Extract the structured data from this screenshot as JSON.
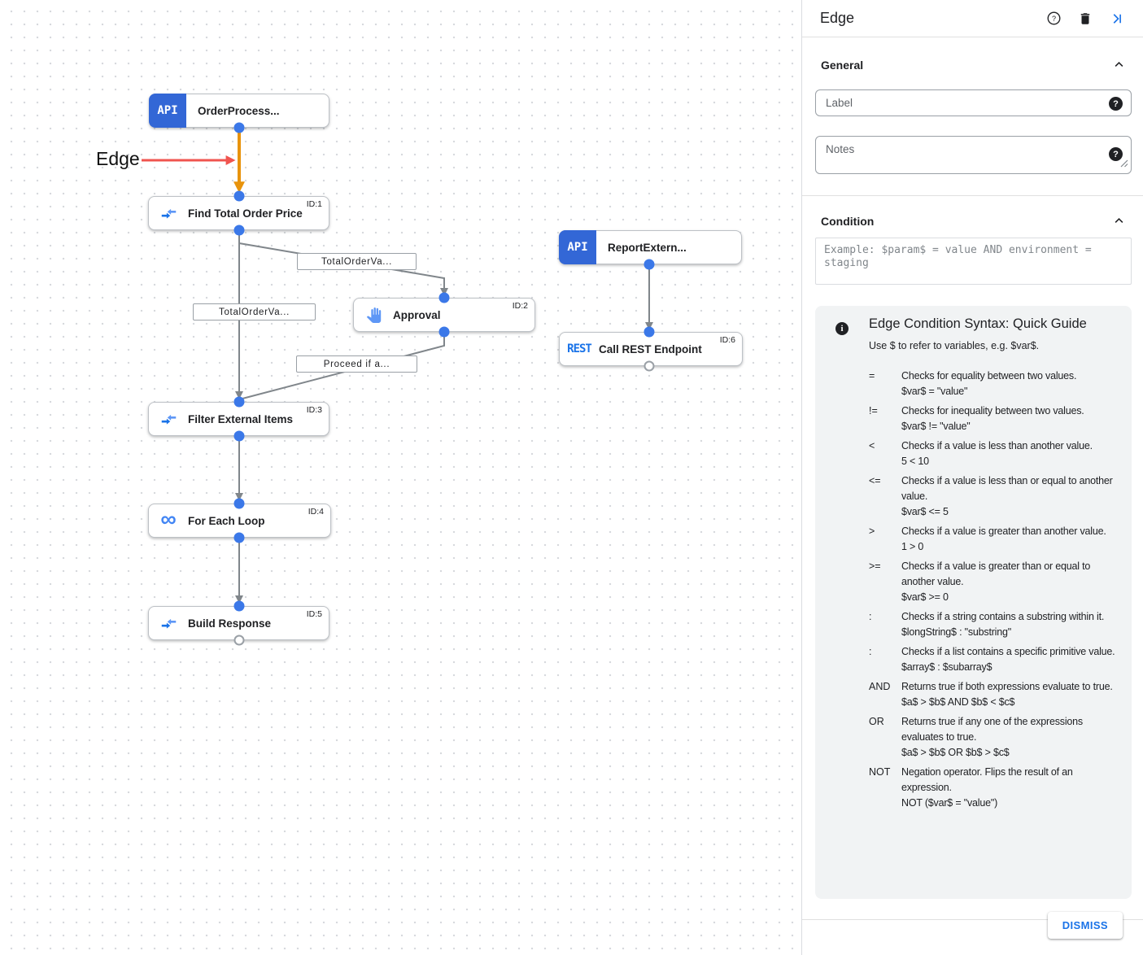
{
  "canvas": {
    "annotation": {
      "label": "Edge"
    },
    "nodes": [
      {
        "label": "OrderProcess...",
        "badge": "API"
      },
      {
        "label": "Find Total Order Price",
        "id_tag": "ID:1"
      },
      {
        "label": "Approval",
        "id_tag": "ID:2"
      },
      {
        "label": "ReportExtern...",
        "badge": "API"
      },
      {
        "label": "Call REST Endpoint",
        "id_tag": "ID:6",
        "badge": "REST"
      },
      {
        "label": "Filter External Items",
        "id_tag": "ID:3"
      },
      {
        "label": "For Each Loop",
        "id_tag": "ID:4"
      },
      {
        "label": "Build Response",
        "id_tag": "ID:5"
      }
    ],
    "edge_labels": [
      "TotalOrderVa...",
      "TotalOrderVa...",
      "Proceed if a..."
    ],
    "icons": {
      "infinity": "∞"
    }
  },
  "panel": {
    "title": "Edge",
    "sections": {
      "general": "General",
      "condition": "Condition"
    },
    "fields": {
      "label_placeholder": "Label",
      "notes_placeholder": "Notes",
      "condition_placeholder": "Example: $param$ = value AND environment = staging"
    },
    "guide": {
      "title": "Edge Condition Syntax: Quick Guide",
      "subtitle": "Use $ to refer to variables, e.g. $var$.",
      "rows": [
        {
          "op": "=",
          "desc": "Checks for equality between two values.",
          "example": "$var$ = \"value\""
        },
        {
          "op": "!=",
          "desc": "Checks for inequality between two values.",
          "example": "$var$ != \"value\""
        },
        {
          "op": "<",
          "desc": "Checks if a value is less than another value.",
          "example": "5 < 10"
        },
        {
          "op": "<=",
          "desc": "Checks if a value is less than or equal to another value.",
          "example": "$var$ <= 5"
        },
        {
          "op": ">",
          "desc": "Checks if a value is greater than another value.",
          "example": "1 > 0"
        },
        {
          "op": ">=",
          "desc": "Checks if a value is greater than or equal to another value.",
          "example": "$var$ >= 0"
        },
        {
          "op": ":",
          "desc": "Checks if a string contains a substring within it.",
          "example": "$longString$ : \"substring\""
        },
        {
          "op": ":",
          "desc": "Checks if a list contains a specific primitive value.",
          "example": "$array$ : $subarray$"
        },
        {
          "op": "AND",
          "desc": "Returns true if both expressions evaluate to true.",
          "example": "$a$ > $b$ AND $b$ < $c$"
        },
        {
          "op": "OR",
          "desc": "Returns true if any one of the expressions evaluates to true.",
          "example": "$a$ > $b$ OR $b$ > $c$"
        },
        {
          "op": "NOT",
          "desc": "Negation operator. Flips the result of an expression.",
          "example": "NOT ($var$ = \"value\")"
        }
      ]
    },
    "dismiss_label": "DISMISS"
  },
  "colors": {
    "accent_blue": "#1A73E8",
    "node_badge_blue": "#3367D6",
    "connector_blue": "#3B78E8",
    "edge_gray": "#80868B",
    "selected_edge_orange": "#E8930C",
    "annotation_red": "#F0544F",
    "guide_bg": "#F1F3F4"
  }
}
